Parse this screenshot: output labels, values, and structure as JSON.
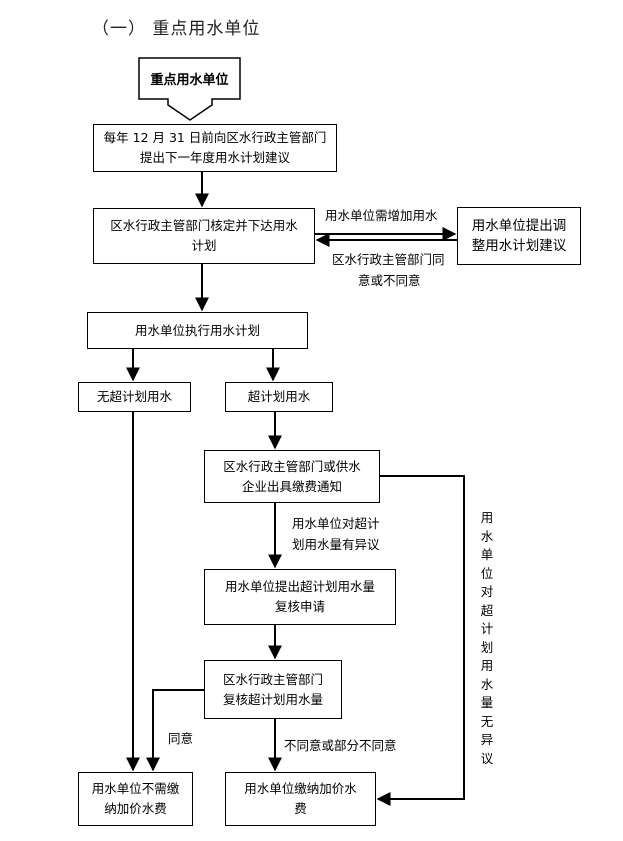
{
  "section_heading": "（一） 重点用水单位",
  "nodes": {
    "start": "重点用水单位",
    "n1_line1": "每年 12 月 31 日前向区水行政主管部门",
    "n1_line2": "提出下一年度用水计划建议",
    "n2_line1": "区水行政主管部门核定并下达用水",
    "n2_line2": "计划",
    "n3_line1": "用水单位提出调",
    "n3_line2": "整用水计划建议",
    "n4": "用水单位执行用水计划",
    "n5": "无超计划用水",
    "n6": "超计划用水",
    "n7_line1": "区水行政主管部门或供水",
    "n7_line2": "企业出具缴费通知",
    "n8_line1": "用水单位提出超计划用水量",
    "n8_line2": "复核申请",
    "n9_line1": "区水行政主管部门",
    "n9_line2": "复核超计划用水量",
    "n10_line1": "用水单位不需缴",
    "n10_line2": "纳加价水费",
    "n11_line1": "用水单位缴纳加价水",
    "n11_line2": "费"
  },
  "edge_labels": {
    "increase_line1": "用水单位需增加用水",
    "agree_back_line1": "区水行政主管部门同",
    "agree_back_line2": "意或不同意",
    "objection_line1": "用水单位对超计",
    "objection_line2": "划用水量有异议",
    "no_objection": "用水单位对超计划用水量无异议",
    "agree": "同意",
    "disagree": "不同意或部分不同意"
  }
}
